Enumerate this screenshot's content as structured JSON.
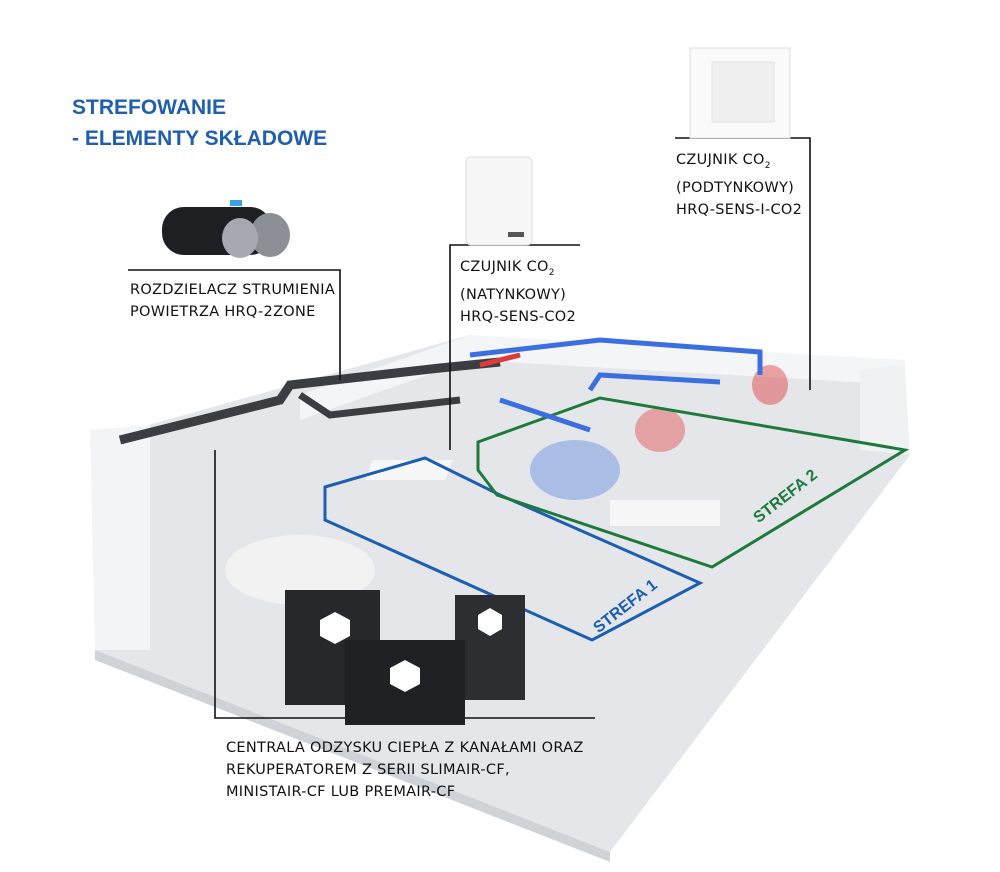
{
  "title": {
    "line1": "STREFOWANIE",
    "line2": "- ELEMENTY SKŁADOWE"
  },
  "labels": {
    "distributor": {
      "line1": "ROZDZIELACZ STRUMIENIA",
      "line2": "POWIETRZA HRQ-2ZONE"
    },
    "sensor_surface": {
      "line1": "CZUJNIK CO",
      "sub": "2",
      "line2": "(NATYNKOWY)",
      "line3": "HRQ-SENS-CO2"
    },
    "sensor_flush": {
      "line1": "CZUJNIK CO",
      "sub": "2",
      "line2": "(PODTYNKOWY)",
      "line3": "HRQ-SENS-I-CO2"
    },
    "unit": {
      "line1": "CENTRALA ODZYSKU CIEPŁA Z KANAŁAMI ORAZ",
      "line2": "REKUPERATOREM Z SERII SLIMAIR-CF,",
      "line3": "MINISTAIR-CF LUB PREMAIR-CF"
    }
  },
  "zones": {
    "zone1": "STREFA 1",
    "zone2": "STREFA 2"
  },
  "colors": {
    "title": "#1f5fae",
    "zone1": "#1c5eb0",
    "zone2": "#1e7a3c",
    "duct": "#3a3d42",
    "cold": "#3b6fe0",
    "warm": "#e0393a"
  }
}
